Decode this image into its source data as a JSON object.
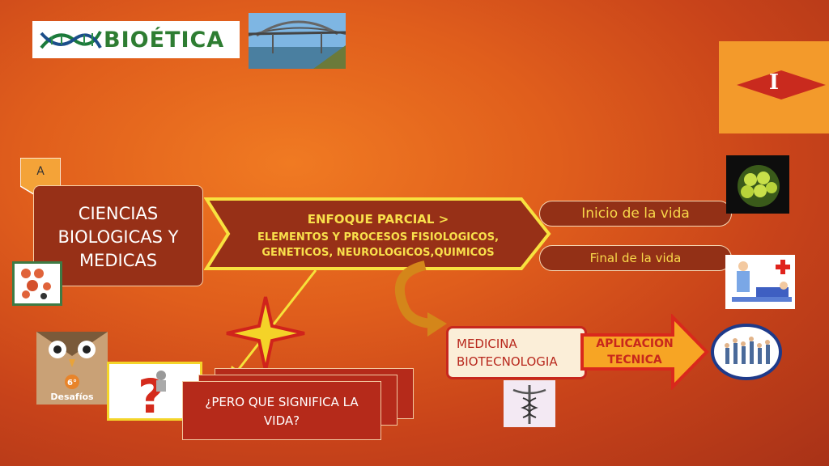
{
  "logo": {
    "text": "BIOÉTICA"
  },
  "roman": "I",
  "letter_tag": "A",
  "sciences": {
    "line1": "CIENCIAS",
    "line2": "BIOLOGICAS Y",
    "line3": "MEDICAS"
  },
  "approach": {
    "title": "ENFOQUE PARCIAL  >",
    "desc_line1": "ELEMENTOS Y PROCESOS FISIOLOGICOS,",
    "desc_line2": "GENETICOS, NEUROLOGICOS,QUIMICOS"
  },
  "life": {
    "start": "Inicio de la vida",
    "end": "Final de la vida"
  },
  "medicine": {
    "line1": "MEDICINA",
    "line2": "BIOTECNOLOGIA"
  },
  "application": {
    "line1": "APLICACION",
    "line2": "TECNICA"
  },
  "question": {
    "line1": "¿PERO QUE SIGNIFICA LA",
    "line2": "VIDA?"
  },
  "owl": {
    "number": "6°",
    "label": "Desafíos"
  },
  "colors": {
    "accent_yellow": "#f9e04b",
    "box_brown": "#973017",
    "card_red": "#b52a1a"
  }
}
